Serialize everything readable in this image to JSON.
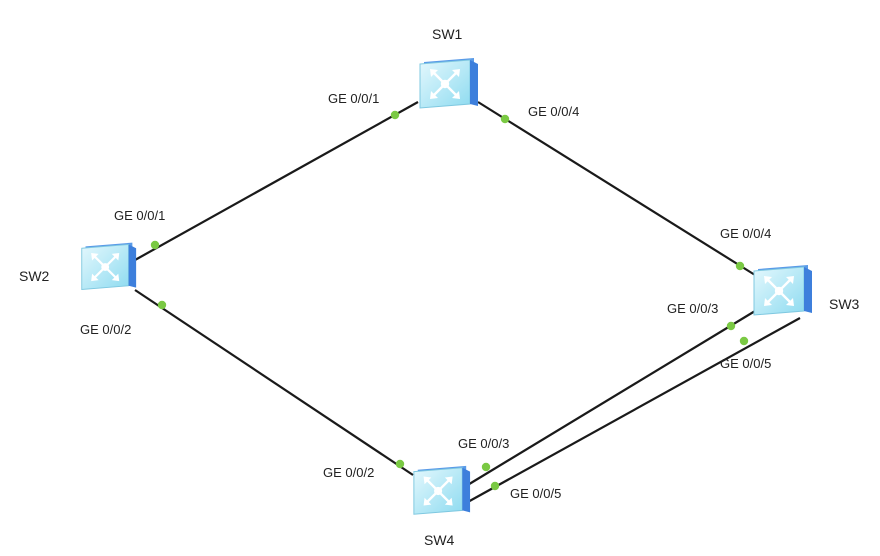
{
  "devices": {
    "sw1": {
      "name": "SW1",
      "icon": "switch-icon"
    },
    "sw2": {
      "name": "SW2",
      "icon": "switch-icon"
    },
    "sw3": {
      "name": "SW3",
      "icon": "switch-icon"
    },
    "sw4": {
      "name": "SW4",
      "icon": "switch-icon"
    }
  },
  "links": [
    {
      "from": "SW1",
      "from_port": "GE 0/0/1",
      "to": "SW2",
      "to_port": "GE 0/0/1"
    },
    {
      "from": "SW1",
      "from_port": "GE 0/0/4",
      "to": "SW3",
      "to_port": "GE 0/0/4"
    },
    {
      "from": "SW2",
      "from_port": "GE 0/0/2",
      "to": "SW4",
      "to_port": "GE 0/0/2"
    },
    {
      "from": "SW3",
      "from_port": "GE 0/0/3",
      "to": "SW4",
      "to_port": "GE 0/0/3"
    },
    {
      "from": "SW3",
      "from_port": "GE 0/0/5",
      "to": "SW4",
      "to_port": "GE 0/0/5"
    }
  ],
  "colors": {
    "link": "#1a1a1a",
    "port_dot": "#7ac943",
    "switch_top": "#d7f4fb",
    "switch_front": "#9ee3f3",
    "switch_side": "#4f8fe6"
  }
}
